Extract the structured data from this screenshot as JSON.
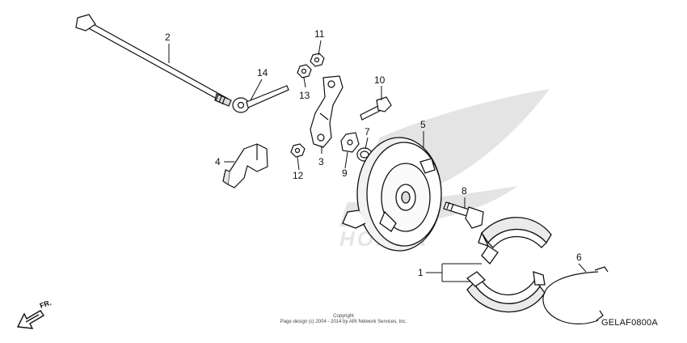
{
  "diagram": {
    "code": "GELAF0800A",
    "copyright_line1": "Copyright",
    "copyright_line2": "Page design (c) 2004 - 2014 by ARI Network Services, Inc.",
    "front_arrow_label": "FR.",
    "watermark_text": "HONDA"
  },
  "callouts": [
    {
      "id": "1",
      "label": "1"
    },
    {
      "id": "2",
      "label": "2"
    },
    {
      "id": "3",
      "label": "3"
    },
    {
      "id": "4",
      "label": "4"
    },
    {
      "id": "5",
      "label": "5"
    },
    {
      "id": "6",
      "label": "6"
    },
    {
      "id": "7",
      "label": "7"
    },
    {
      "id": "8",
      "label": "8"
    },
    {
      "id": "9",
      "label": "9"
    },
    {
      "id": "10",
      "label": "10"
    },
    {
      "id": "11",
      "label": "11"
    },
    {
      "id": "12",
      "label": "12"
    },
    {
      "id": "13",
      "label": "13"
    },
    {
      "id": "14",
      "label": "14"
    }
  ],
  "colors": {
    "line": "#111111",
    "watermark": "#d9d9d9",
    "background": "#ffffff"
  }
}
